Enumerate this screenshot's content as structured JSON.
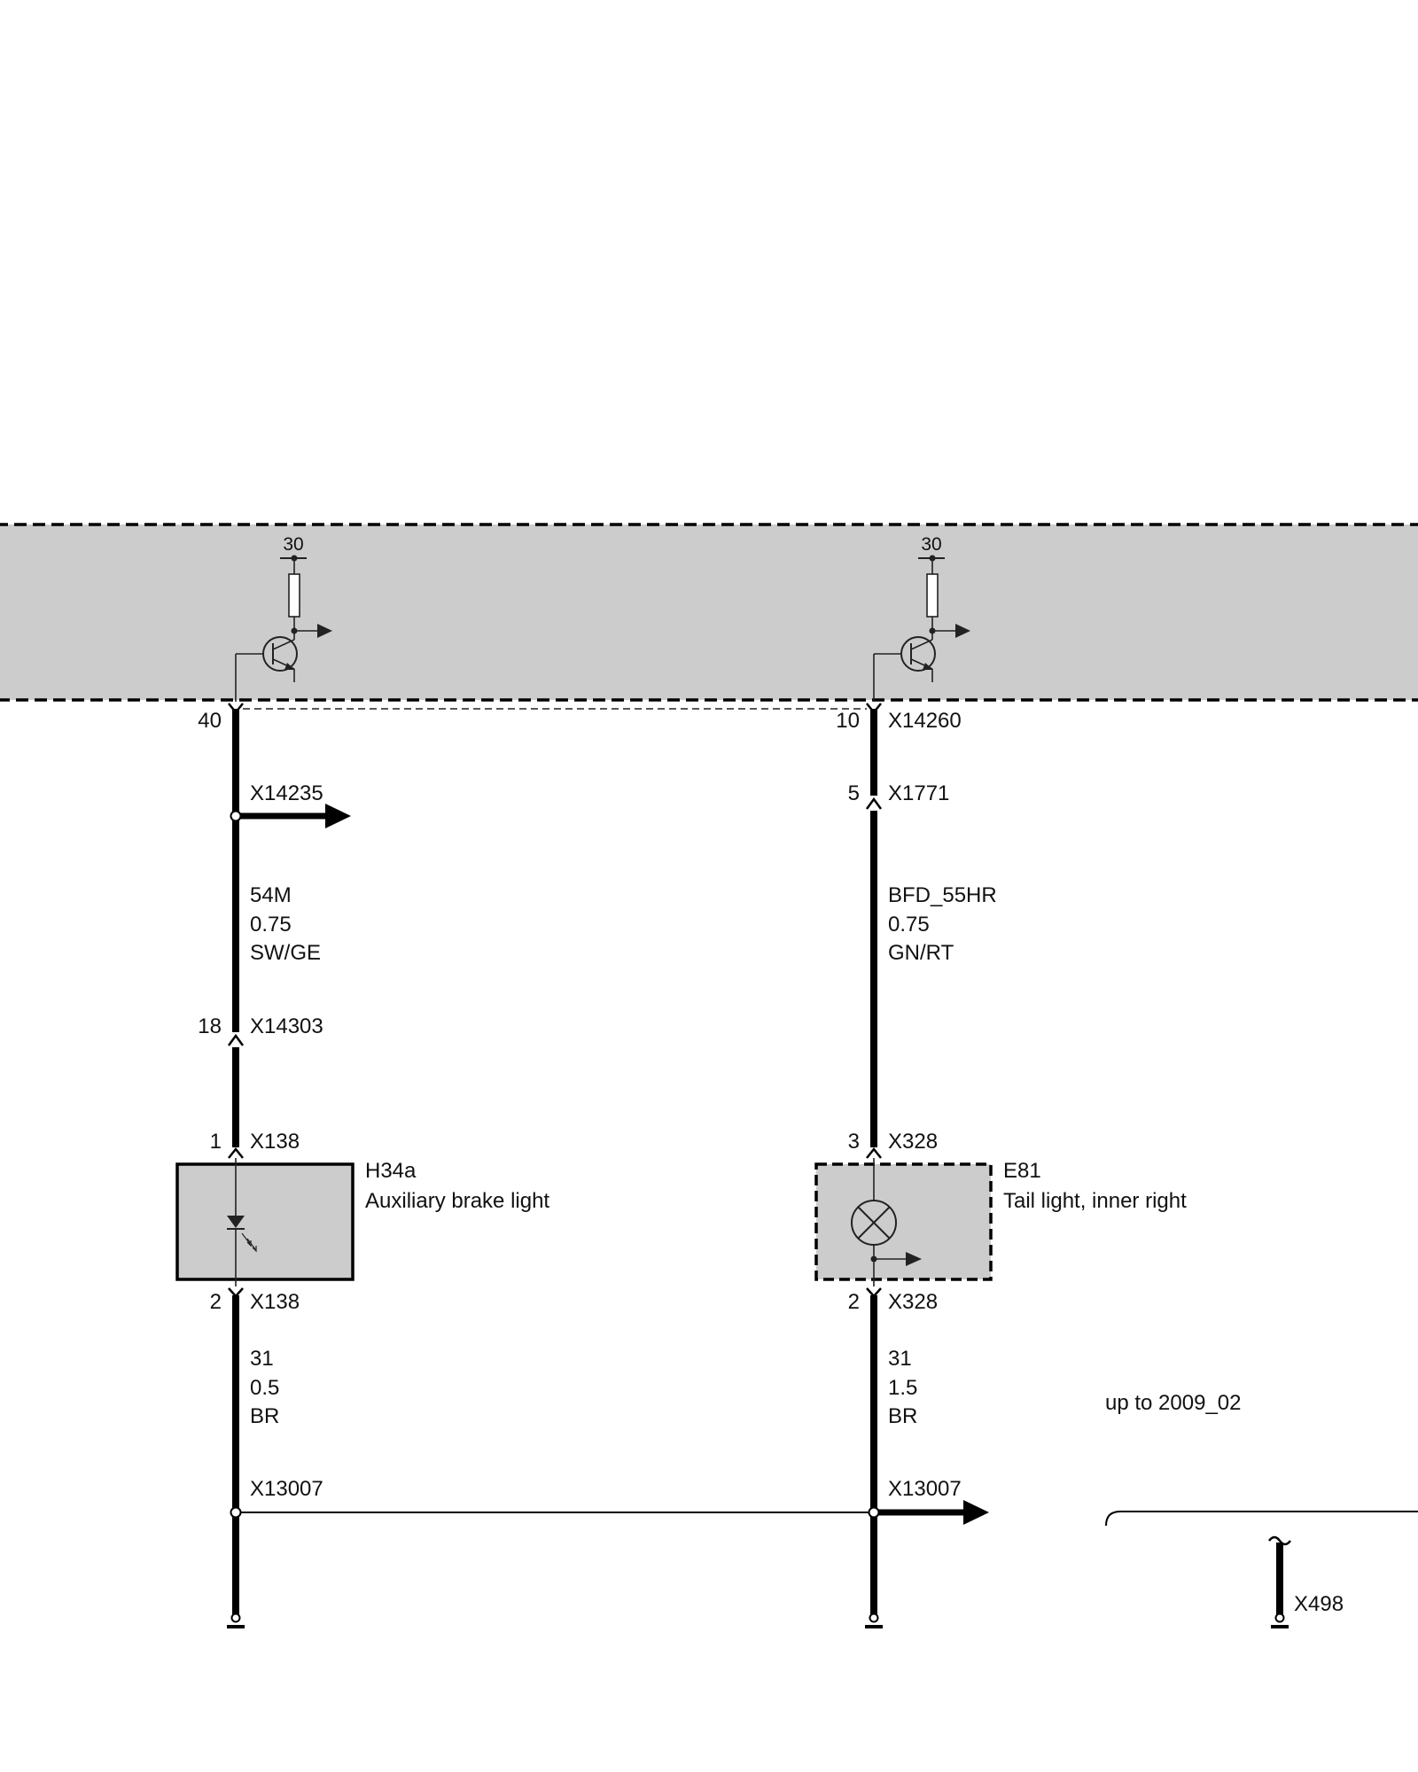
{
  "control_unit": {
    "supply_left": "30",
    "supply_right": "30",
    "pin_left": "40",
    "pin_right": "10",
    "connector_right": "X14260"
  },
  "left_circuit": {
    "splice_top": "X14235",
    "wire1": {
      "name": "54M",
      "gauge": "0.75",
      "color": "SW/GE"
    },
    "connector_mid": {
      "pin": "18",
      "name": "X14303"
    },
    "lamp_in": {
      "pin": "1",
      "name": "X138"
    },
    "lamp_out": {
      "pin": "2",
      "name": "X138"
    },
    "component": {
      "id": "H34a",
      "description": "Auxiliary brake light",
      "icon": "led-icon"
    },
    "wire2": {
      "name": "31",
      "gauge": "0.5",
      "color": "BR"
    },
    "ground_splice": "X13007"
  },
  "right_circuit": {
    "connector_mid": {
      "pin": "5",
      "name": "X1771"
    },
    "wire1": {
      "name": "BFD_55HR",
      "gauge": "0.75",
      "color": "GN/RT"
    },
    "lamp_in": {
      "pin": "3",
      "name": "X328"
    },
    "lamp_out": {
      "pin": "2",
      "name": "X328"
    },
    "component": {
      "id": "E81",
      "description": "Tail light, inner right",
      "icon": "bulb-icon"
    },
    "wire2": {
      "name": "31",
      "gauge": "1.5",
      "color": "BR"
    },
    "ground_splice": "X13007"
  },
  "variant_note": "up to 2009_02",
  "far_right_connector": "X498",
  "colors": {
    "control_unit_fill": "#cccccc",
    "component_fill": "#cccccc",
    "wire": "#000000"
  }
}
